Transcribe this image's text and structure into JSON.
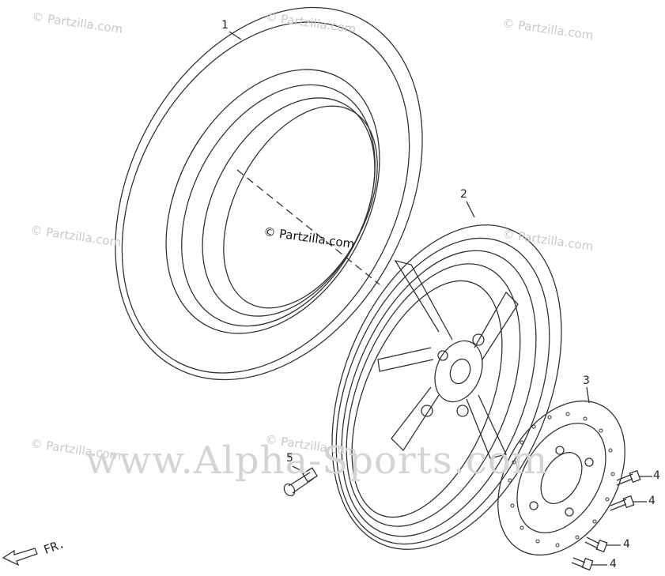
{
  "watermarks": {
    "small": "© Partzilla.com",
    "center": "© Partzilla.com",
    "banner": "www.Alpha-Sports.com"
  },
  "callouts": {
    "tire": "1",
    "wheel": "2",
    "brake_disc": "3",
    "bolt_a": "4",
    "bolt_b": "4",
    "bolt_c": "4",
    "bolt_d": "4",
    "valve": "5"
  },
  "direction": {
    "label": "FR."
  }
}
